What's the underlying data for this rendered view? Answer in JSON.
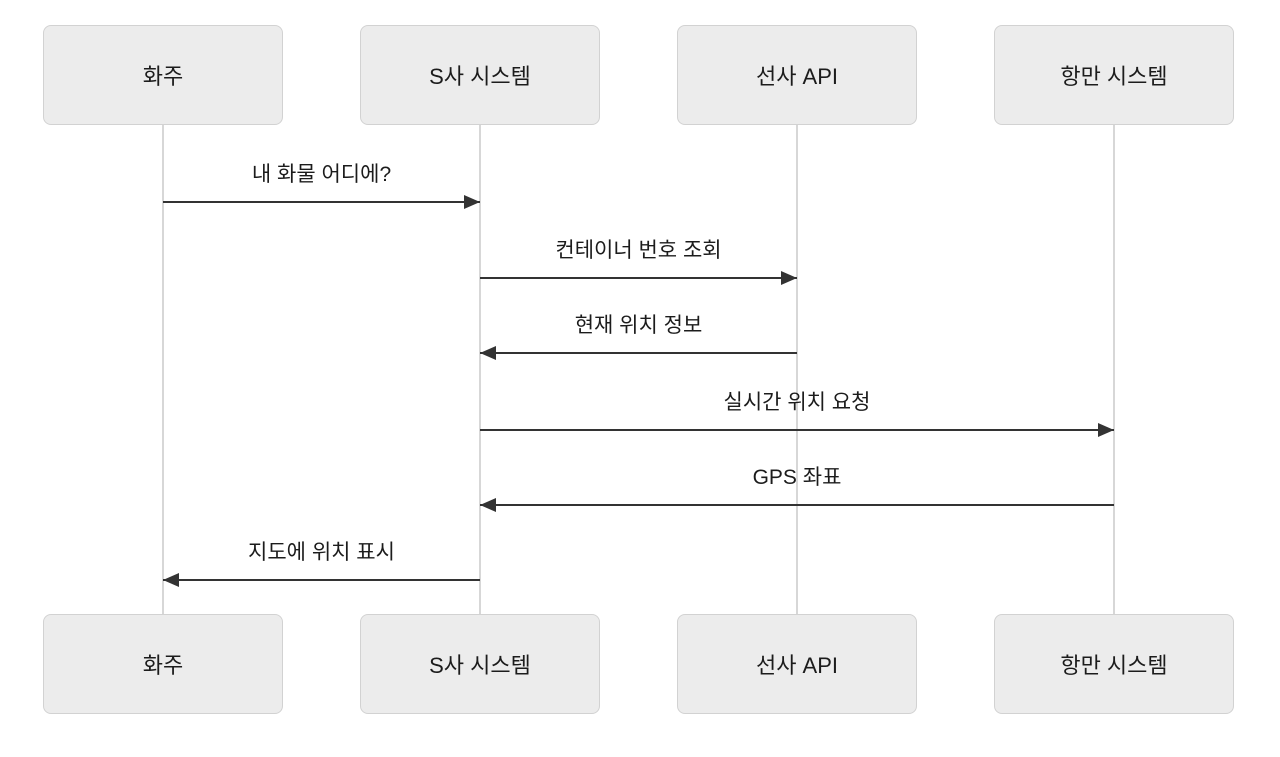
{
  "diagram": {
    "type": "sequence-diagram",
    "background_color": "#ffffff",
    "actor_fill_color": "#ececec",
    "actor_border_color": "#d2d2d2",
    "lifeline_color": "#d7d7d7",
    "arrow_color": "#333333",
    "text_color": "#1c1c1c",
    "actors": [
      {
        "id": "shipper",
        "label": "화주"
      },
      {
        "id": "s-company-system",
        "label": "S사 시스템"
      },
      {
        "id": "carrier-api",
        "label": "선사 API"
      },
      {
        "id": "port-system",
        "label": "항만 시스템"
      }
    ],
    "messages": [
      {
        "from": "shipper",
        "to": "s-company-system",
        "direction": "right",
        "label": "내 화물 어디에?"
      },
      {
        "from": "s-company-system",
        "to": "carrier-api",
        "direction": "right",
        "label": "컨테이너 번호 조회"
      },
      {
        "from": "carrier-api",
        "to": "s-company-system",
        "direction": "left",
        "label": "현재 위치 정보"
      },
      {
        "from": "s-company-system",
        "to": "port-system",
        "direction": "right",
        "label": "실시간 위치 요청"
      },
      {
        "from": "port-system",
        "to": "s-company-system",
        "direction": "left",
        "label": "GPS 좌표"
      },
      {
        "from": "s-company-system",
        "to": "shipper",
        "direction": "left",
        "label": "지도에 위치 표시"
      }
    ]
  }
}
